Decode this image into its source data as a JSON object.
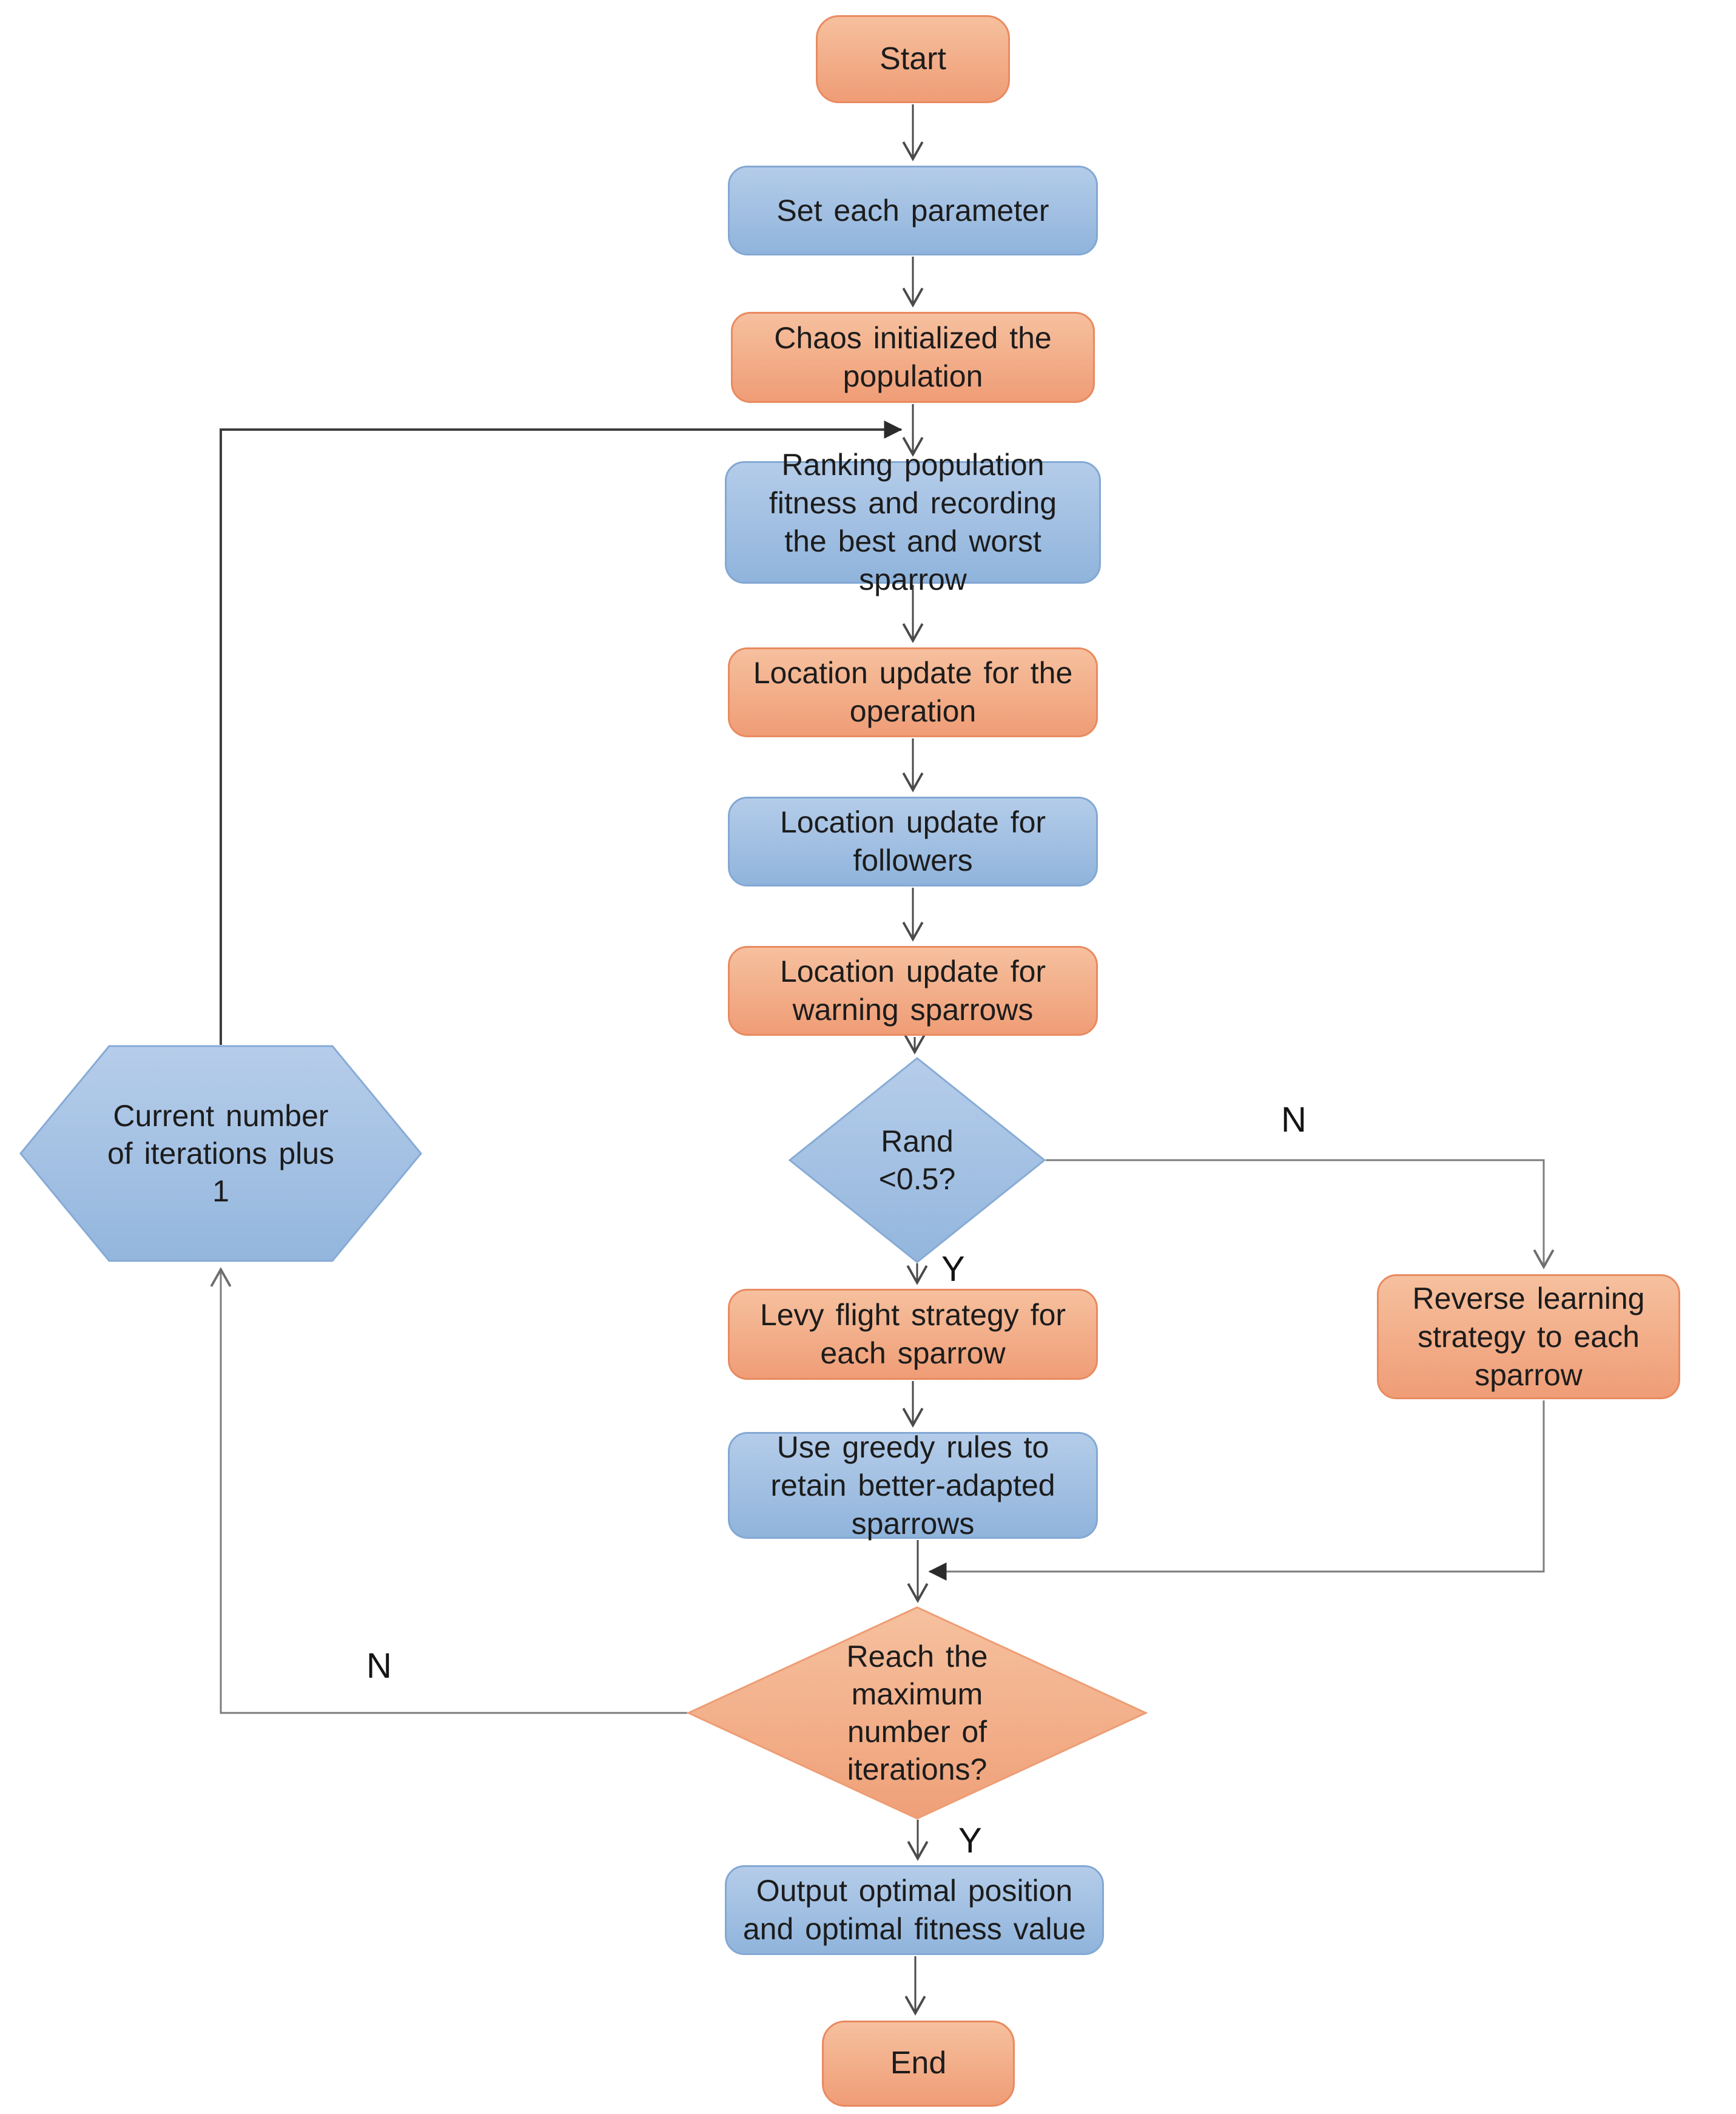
{
  "palette": {
    "node_orange_top": "#f6c09e",
    "node_orange_bottom": "#ef9d76",
    "node_orange_border": "#e98a60",
    "node_blue_top": "#b4cce9",
    "node_blue_bottom": "#90b4dc",
    "node_blue_border": "#83a8d3",
    "connector_dark": "#4a4a4a",
    "connector_gray": "#7c7c7c",
    "text": "#1c1c1c",
    "background": "#ffffff"
  },
  "nodes": {
    "start": {
      "text": "Start"
    },
    "set_parameters": {
      "text": "Set each parameter"
    },
    "chaos_init": {
      "text": "Chaos initialized the population"
    },
    "ranking_fitness": {
      "text": "Ranking population fitness and recording the best and worst sparrow"
    },
    "location_update_producers": {
      "text": "Location update for the operation"
    },
    "location_update_followers": {
      "text": "Location update for followers"
    },
    "location_update_warning": {
      "text": "Location update for warning sparrows"
    },
    "rand_decision": {
      "text": "Rand <0.5?"
    },
    "levy_flight": {
      "text": "Levy flight strategy for each sparrow"
    },
    "reverse_learning": {
      "text": "Reverse learning strategy to each sparrow"
    },
    "greedy_rules": {
      "text": "Use greedy rules to retain better-adapted sparrows"
    },
    "reach_max_decision": {
      "text": "Reach the maximum number of iterations?"
    },
    "iteration_increment": {
      "text": "Current number of iterations plus 1"
    },
    "output_optimal": {
      "text": "Output optimal position and optimal fitness value"
    },
    "end": {
      "text": "End"
    }
  },
  "edge_labels": {
    "rand_yes": "Y",
    "rand_no": "N",
    "reach_yes": "Y",
    "reach_no": "N"
  }
}
